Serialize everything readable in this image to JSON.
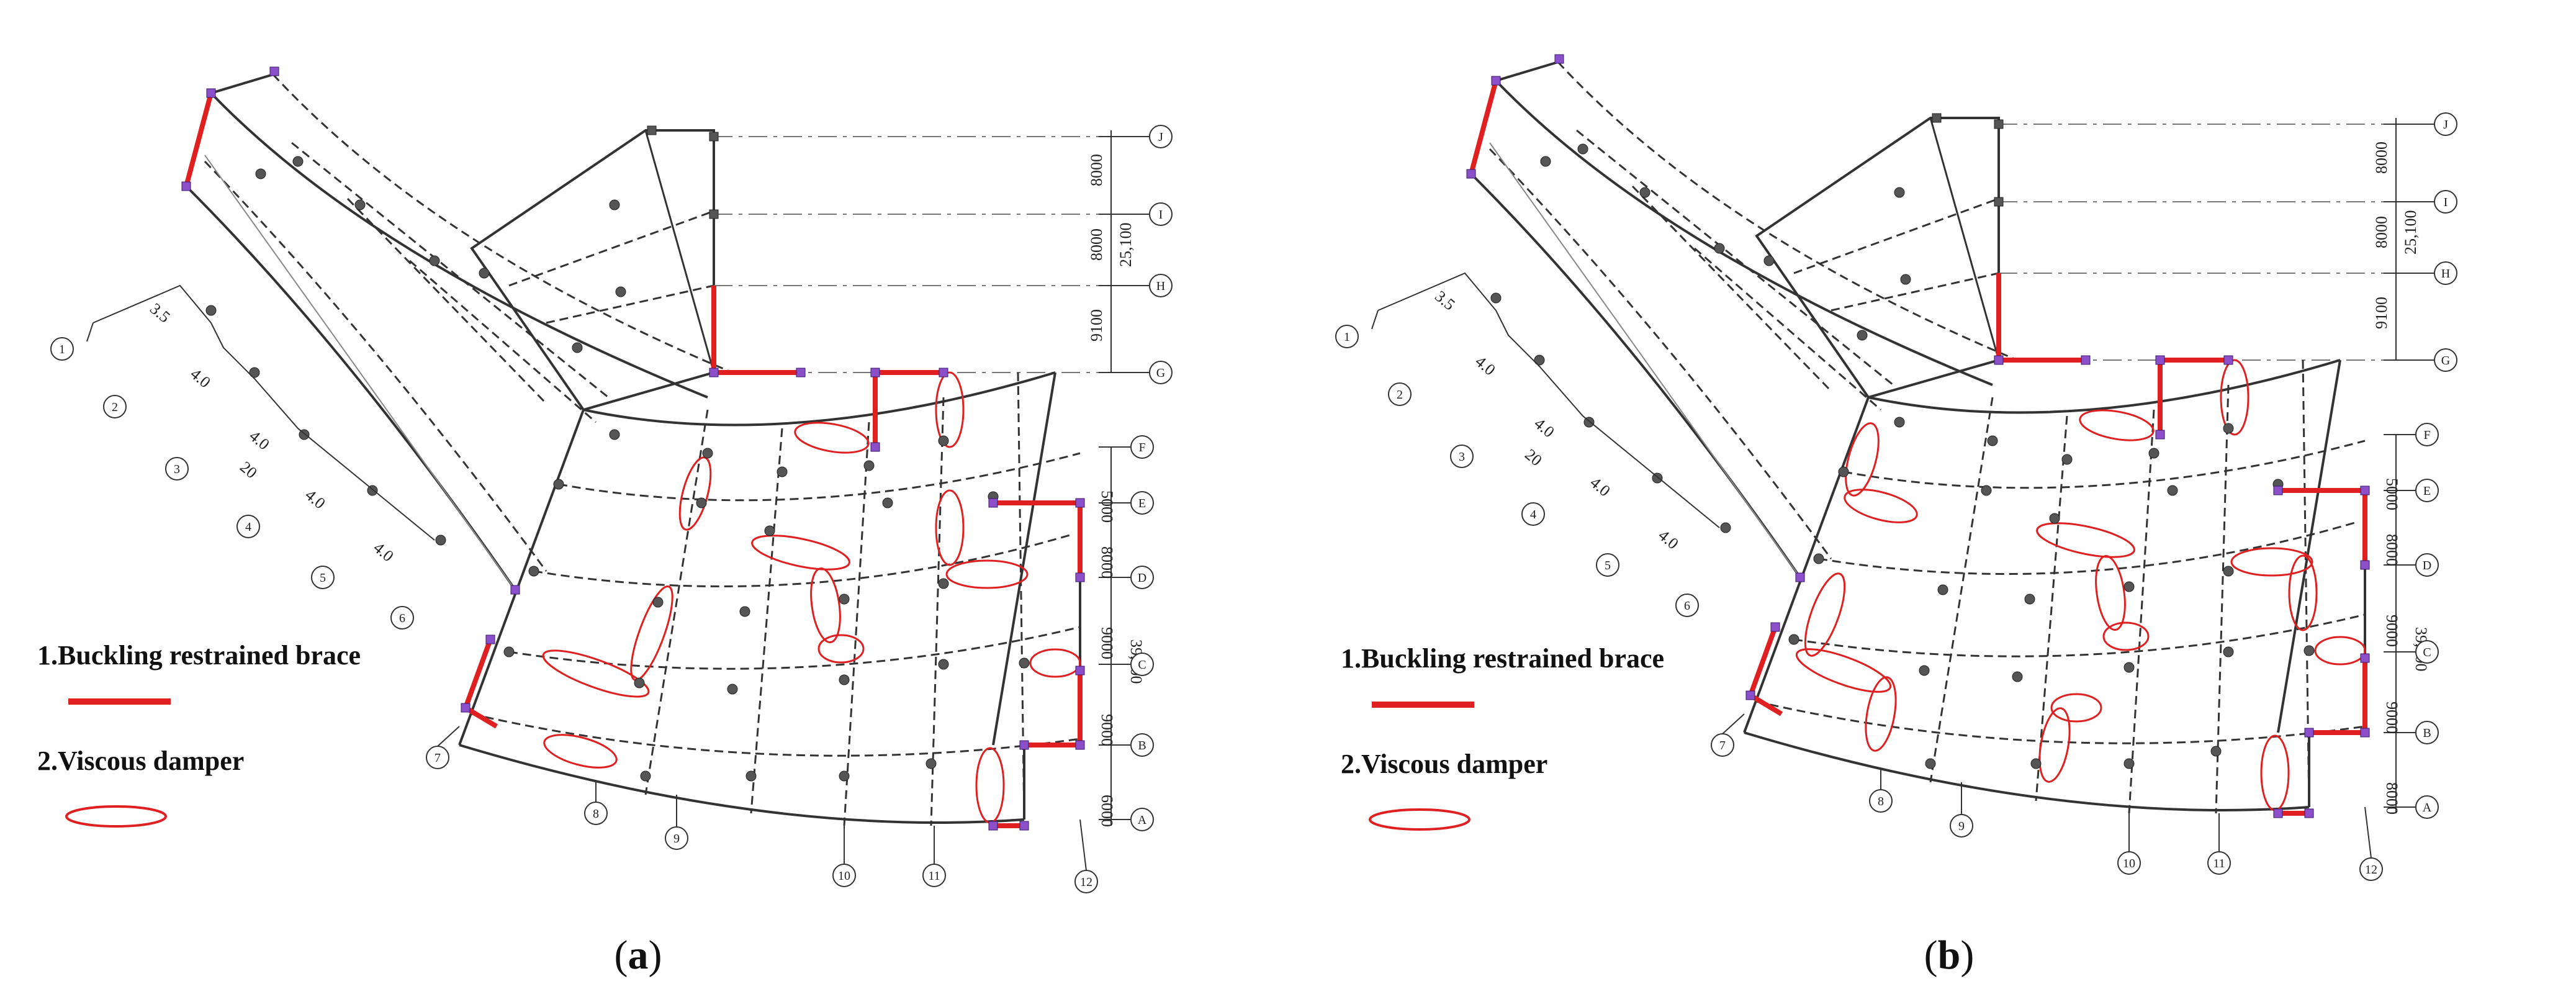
{
  "legend": {
    "item1": "1.Buckling restrained brace",
    "item2": "2.Viscous damper"
  },
  "colors": {
    "brace": "#e02020",
    "damper": "#e02020",
    "column_node": "#555555",
    "brace_node": "#8a4fc9",
    "line": "#333333"
  },
  "panels": [
    {
      "label_open": "(",
      "label_letter": "a",
      "label_close": ")"
    },
    {
      "label_open": "(",
      "label_letter": "b",
      "label_close": ")"
    }
  ],
  "grid_axes": {
    "numbered": [
      "1",
      "2",
      "3",
      "4",
      "5",
      "6",
      "7",
      "8",
      "9",
      "10",
      "11",
      "12"
    ],
    "lettered": [
      "A",
      "B",
      "C",
      "D",
      "E",
      "F",
      "G",
      "H",
      "I",
      "J"
    ]
  },
  "dimensions": {
    "upper_spans": [
      "8000",
      "8000",
      "9100"
    ],
    "upper_total": "25,100",
    "lower_spans_a": [
      "5000",
      "8000",
      "9000",
      "9000",
      "6000"
    ],
    "lower_spans_b": [
      "5000",
      "8000",
      "9000",
      "9000",
      "8000"
    ],
    "lower_total": "39,000",
    "wing_spans": [
      "3.5",
      "4.0",
      "4.0",
      "20",
      "4.0",
      "4.0"
    ]
  }
}
